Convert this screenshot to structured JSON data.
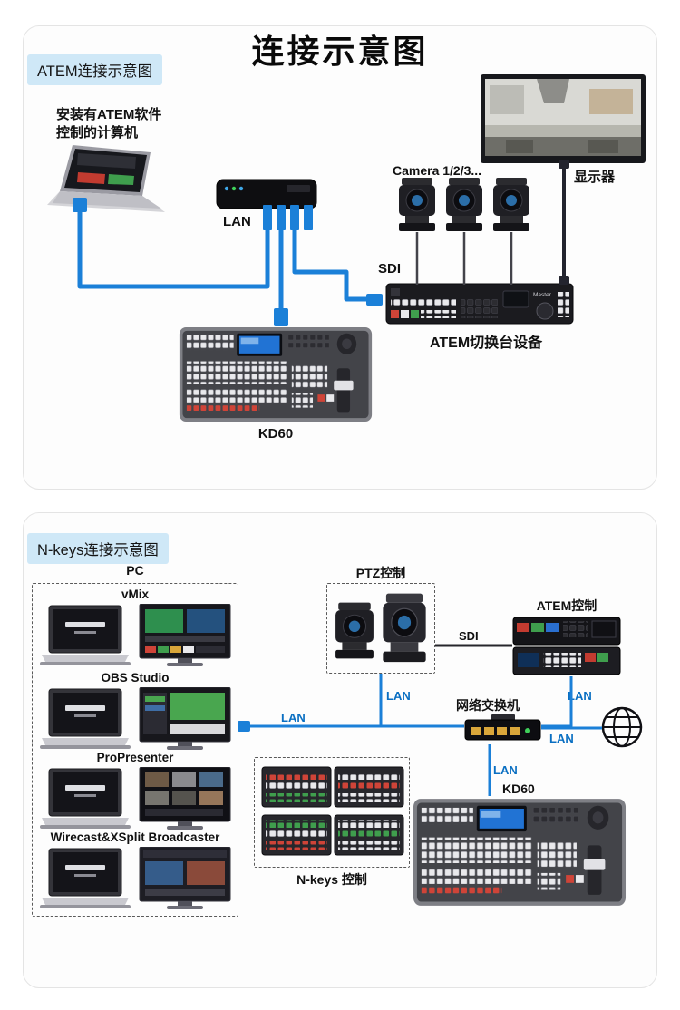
{
  "page": {
    "title": "连接示意图"
  },
  "colors": {
    "cable_blue": "#1b80d8",
    "lan_text_blue": "#0a6fc2",
    "badge_bg": "#cfe8f7"
  },
  "atem_panel": {
    "badge": "ATEM连接示意图",
    "computer_label": [
      "安装有ATEM软件",
      "控制的计算机"
    ],
    "lan_label": "LAN",
    "camera_label": "Camera 1/2/3...",
    "monitor_label": "显示器",
    "sdi_label": "SDI",
    "switcher_label": "ATEM切换台设备",
    "switcher_master": "Master",
    "kd60_label": "KD60"
  },
  "nkeys_panel": {
    "badge": "N-keys连接示意图",
    "pc_label": "PC",
    "software": [
      "vMix",
      "OBS Studio",
      "ProPresenter",
      "Wirecast&XSplit Broadcaster"
    ],
    "ptz_label": "PTZ控制",
    "atem_label": "ATEM控制",
    "sdi_label": "SDI",
    "switch_label": "网络交换机",
    "lan_label": "LAN",
    "kd60_label": "KD60",
    "nkeys_label": "N-keys 控制"
  }
}
